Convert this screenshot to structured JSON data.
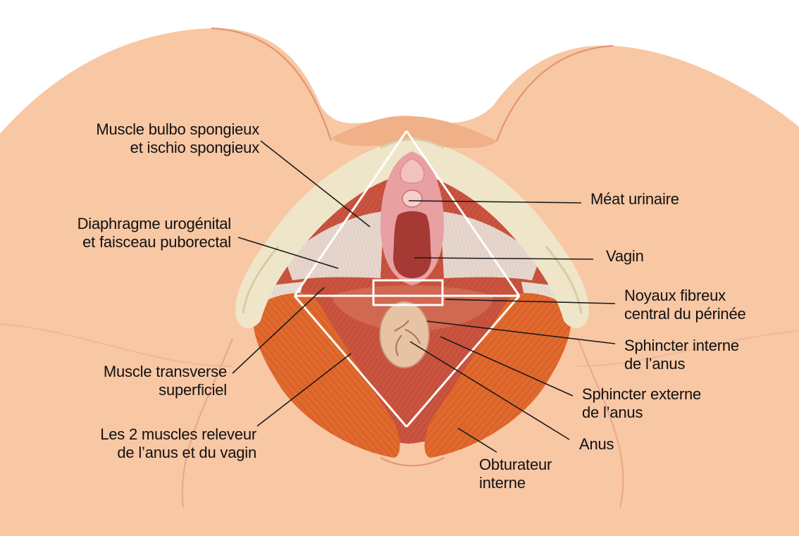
{
  "colors": {
    "skin": "#f8c7a4",
    "skin_shade": "#f0b088",
    "skin_outline": "#e2916c",
    "bone": "#efe6c9",
    "bone_shade": "#d9cca3",
    "muscle": "#c9543f",
    "muscle_light": "#d97a63",
    "obturator": "#e0692e",
    "obturator_dark": "#c8531e",
    "ligament": "#e8ddd4",
    "vulva": "#e9a0a2",
    "vagina": "#a43a33",
    "anus": "#e7c3a3",
    "diamond": "#ffffff",
    "leader": "#1a1a1a"
  },
  "labels": {
    "bulbo": [
      "Muscle bulbo spongieux",
      "et ischio spongieux"
    ],
    "diaphragme": [
      "Diaphragme urogénital",
      "et faisceau puborectal"
    ],
    "transverse": [
      "Muscle transverse",
      "superficiel"
    ],
    "releveur": [
      "Les 2 muscles releveur",
      "de l’anus et du vagin"
    ],
    "meat": [
      "Méat urinaire"
    ],
    "vagin": [
      "Vagin"
    ],
    "noyaux": [
      "Noyaux fibreux",
      "central du périnée"
    ],
    "sphincter_interne": [
      "Sphincter interne",
      "de l’anus"
    ],
    "sphincter_externe": [
      "Sphincter externe",
      "de l’anus"
    ],
    "anus": [
      "Anus"
    ],
    "obturateur": [
      "Obturateur",
      "interne"
    ]
  }
}
